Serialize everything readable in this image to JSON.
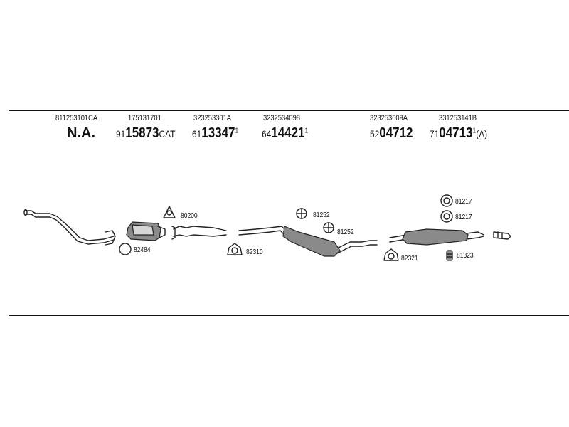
{
  "header": {
    "columns": [
      {
        "code": "811253101CA",
        "na": "N.A."
      },
      {
        "code": "175131701",
        "prefix": "91",
        "big": "15873",
        "suffix": "CAT",
        "sup": ""
      },
      {
        "code": "323253301A",
        "prefix": "61",
        "big": "13347",
        "suffix": "",
        "sup": "1"
      },
      {
        "code": "3232534098",
        "prefix": "64",
        "big": "14421",
        "suffix": "",
        "sup": "1"
      },
      {
        "code": "323253609A",
        "prefix": "52",
        "big": "04712",
        "suffix": "",
        "sup": ""
      },
      {
        "code": "331253141B",
        "prefix": "71",
        "big": "04713",
        "suffix": "(A)",
        "sup": "1"
      }
    ]
  },
  "parts": {
    "labels": [
      "80200",
      "82484",
      "82310",
      "81252",
      "81252",
      "82321",
      "81217",
      "81217",
      "81323"
    ]
  }
}
